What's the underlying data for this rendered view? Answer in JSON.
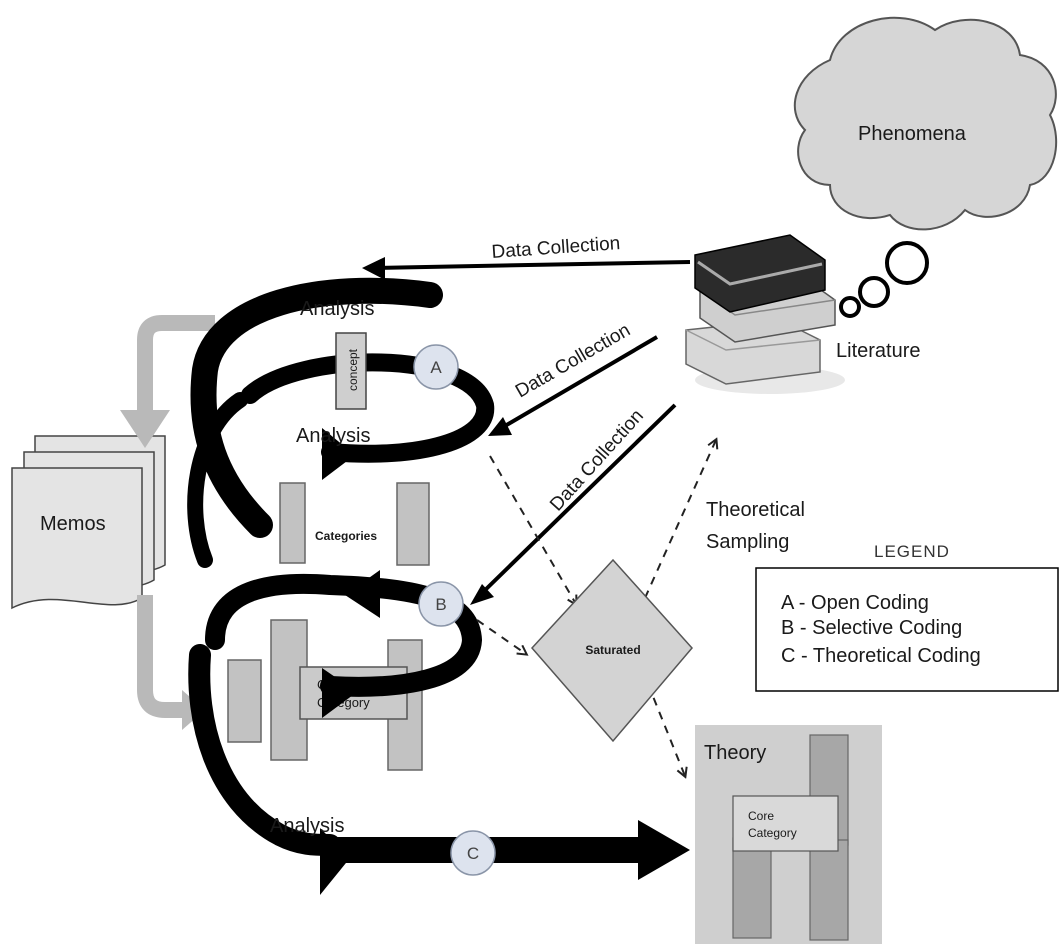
{
  "labels": {
    "phenomena": "Phenomena",
    "literature": "Literature",
    "data_collection": "Data Collection",
    "analysis": "Analysis",
    "concept": "concept",
    "categories": "Categories",
    "memos": "Memos",
    "saturated": "Saturated",
    "theoretical_sampling_1": "Theoretical",
    "theoretical_sampling_2": "Sampling",
    "core_category_1": "Core",
    "core_category_2": "Category",
    "theory": "Theory",
    "marker_a": "A",
    "marker_b": "B",
    "marker_c": "C"
  },
  "legend": {
    "title": "LEGEND",
    "items": [
      "A - Open Coding",
      "B - Selective Coding",
      "C - Theoretical Coding"
    ]
  },
  "colors": {
    "arrow_black": "#000000",
    "memo_arrow_gray": "#b9b9b9",
    "box_gray": "#c2c2c2",
    "cloud_gray": "#d6d6d6",
    "theory_bg": "#cfcfcf",
    "circle_fill": "#dde3ee"
  }
}
